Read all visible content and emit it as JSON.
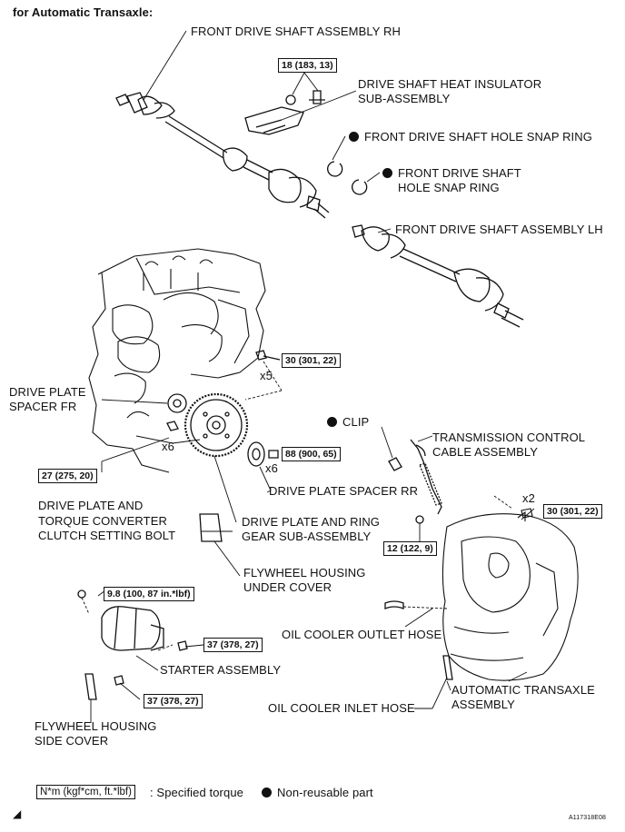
{
  "header": "for Automatic Transaxle:",
  "labels": {
    "shaft_rh": "FRONT DRIVE SHAFT ASSEMBLY RH",
    "heat_insulator_1": "DRIVE SHAFT HEAT INSULATOR",
    "heat_insulator_2": "SUB-ASSEMBLY",
    "snap_ring_1": "FRONT DRIVE SHAFT HOLE SNAP RING",
    "snap_ring_2a": "FRONT DRIVE SHAFT",
    "snap_ring_2b": "HOLE SNAP RING",
    "shaft_lh": "FRONT DRIVE SHAFT ASSEMBLY LH",
    "spacer_fr_1": "DRIVE PLATE",
    "spacer_fr_2": "SPACER FR",
    "clip": "CLIP",
    "tcc_1": "TRANSMISSION CONTROL",
    "tcc_2": "CABLE ASSEMBLY",
    "spacer_rr": "DRIVE PLATE SPACER RR",
    "setting_bolt_1": "DRIVE PLATE AND",
    "setting_bolt_2": "TORQUE CONVERTER",
    "setting_bolt_3": "CLUTCH SETTING BOLT",
    "ring_gear_1": "DRIVE PLATE AND RING",
    "ring_gear_2": "GEAR SUB-ASSEMBLY",
    "under_cover_1": "FLYWHEEL HOUSING",
    "under_cover_2": "UNDER COVER",
    "outlet_hose": "OIL COOLER OUTLET HOSE",
    "starter": "STARTER ASSEMBLY",
    "inlet_hose": "OIL COOLER INLET HOSE",
    "transaxle_1": "AUTOMATIC TRANSAXLE",
    "transaxle_2": "ASSEMBLY",
    "side_cover_1": "FLYWHEEL HOUSING",
    "side_cover_2": "SIDE COVER"
  },
  "quantities": {
    "x5": "x5",
    "x6_a": "x6",
    "x6_b": "x6",
    "x2": "x2"
  },
  "torques": {
    "heat_insulator": "18 (183, 13)",
    "engine_bolts": "30 (301, 22)",
    "spacer_fr": "27 (275, 20)",
    "spacer_rr": "88 (900, 65)",
    "transaxle_bolts": "30 (301, 22)",
    "cable_bolt": "12 (122, 9)",
    "starter_top": "9.8 (100, 87 in.*lbf)",
    "starter_mid": "37 (378, 27)",
    "starter_low": "37 (378, 27)"
  },
  "legend": {
    "unit_box": "N*m (kgf*cm, ft.*lbf)",
    "unit_text": ": Specified torque",
    "nonreusable": "Non-reusable part"
  },
  "footer_code": "A117318E08"
}
